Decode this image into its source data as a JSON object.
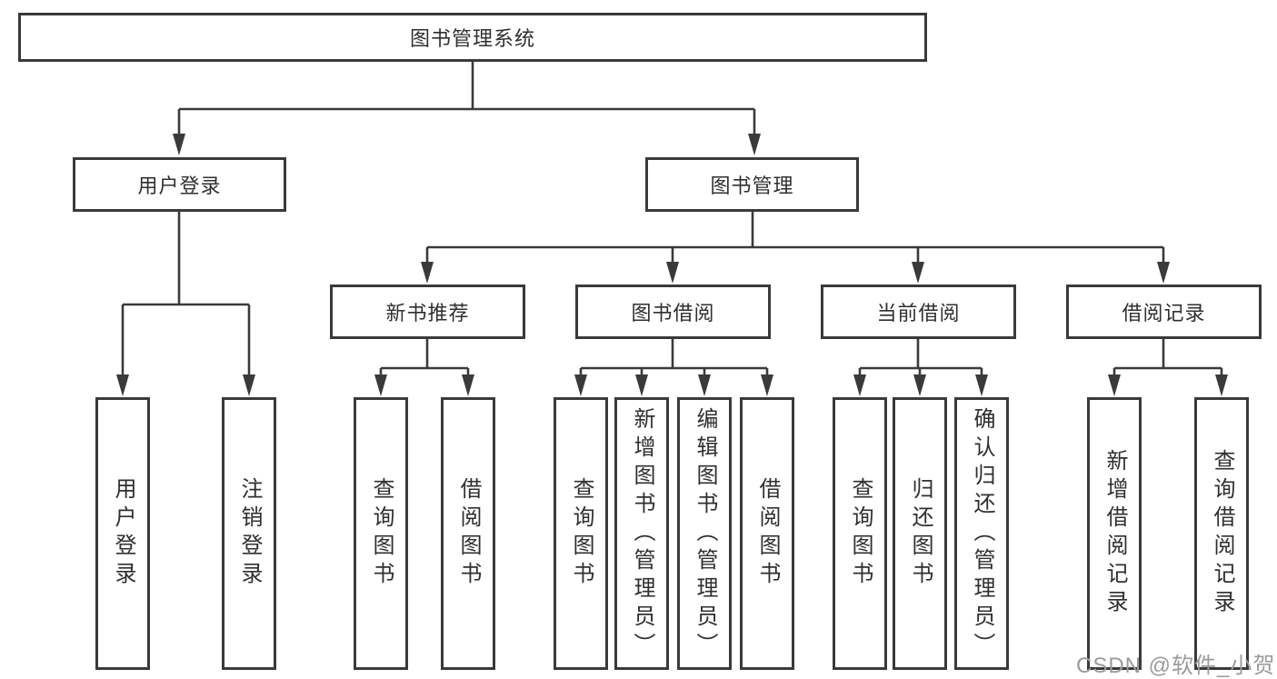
{
  "root": {
    "label": "图书管理系统"
  },
  "branches": [
    {
      "label": "用户登录",
      "leaves": [
        {
          "label": "用户登录"
        },
        {
          "label": "注销登录"
        }
      ]
    },
    {
      "label": "图书管理",
      "groups": [
        {
          "label": "新书推荐",
          "leaves": [
            {
              "label": "查询图书"
            },
            {
              "label": "借阅图书"
            }
          ]
        },
        {
          "label": "图书借阅",
          "leaves": [
            {
              "label": "查询图书"
            },
            {
              "label": "新增图书（管理员）"
            },
            {
              "label": "编辑图书（管理员）"
            },
            {
              "label": "借阅图书"
            }
          ]
        },
        {
          "label": "当前借阅",
          "leaves": [
            {
              "label": "查询图书"
            },
            {
              "label": "归还图书"
            },
            {
              "label": "确认归还（管理员）"
            }
          ]
        },
        {
          "label": "借阅记录",
          "leaves": [
            {
              "label": "新增借阅记录"
            },
            {
              "label": "查询借阅记录"
            }
          ]
        }
      ]
    }
  ],
  "watermark": "CSDN @软件_小贺同学",
  "colors": {
    "line": "#3a3a3a",
    "ink": "#2f2f2f",
    "watermark": "#9b9b9b"
  }
}
